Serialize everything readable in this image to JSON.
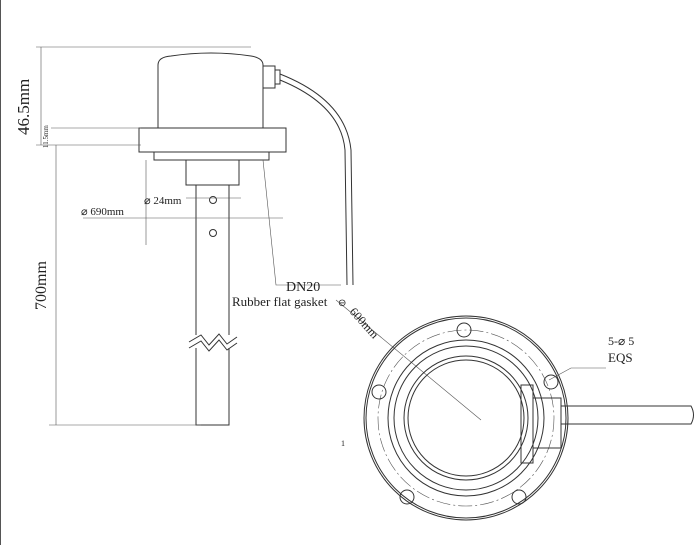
{
  "labels": {
    "height_total": "46.5mm",
    "flange_thickness": "11.5mm",
    "tube_diameter": "⌀ 24mm",
    "flange_diameter": "⌀ 690mm",
    "probe_length": "700mm",
    "thread": "DN20",
    "gasket": "Rubber flat gasket",
    "gasket_symbol": "⊖",
    "circle_diameter": "600mm",
    "holes": "5-⌀ 5",
    "holes_spec": "EQS",
    "marker": "1"
  }
}
